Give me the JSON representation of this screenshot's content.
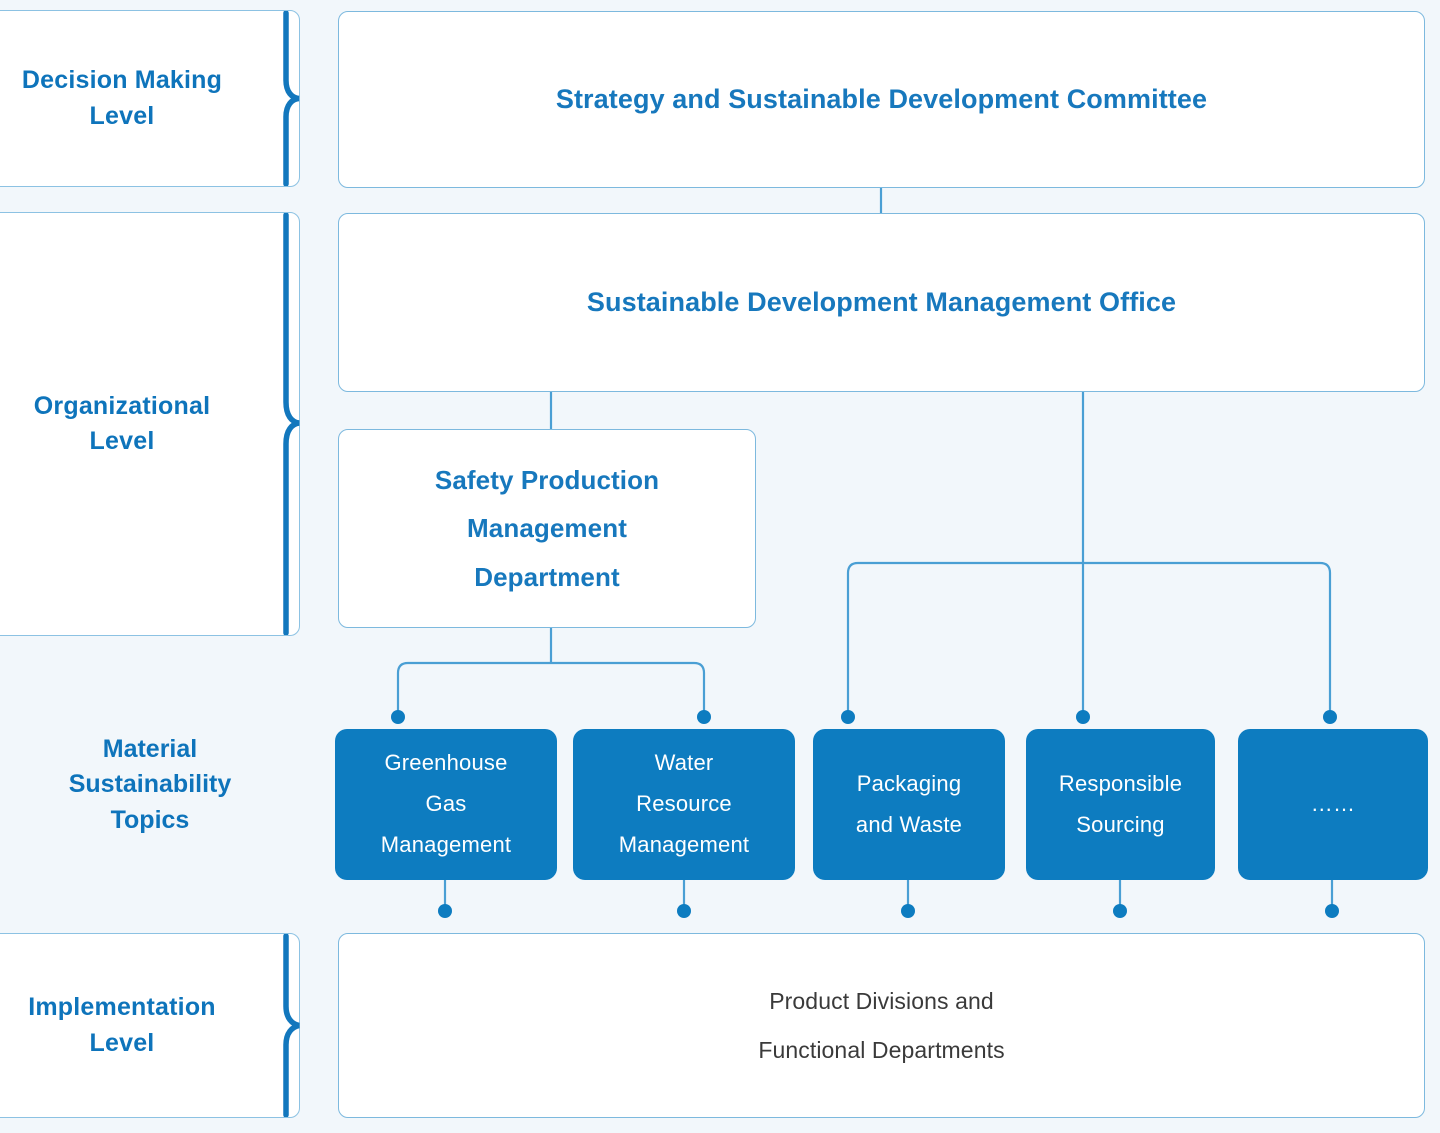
{
  "palette": {
    "background": "#f2f7fb",
    "accent_blue": "#0d7cc0",
    "label_blue": "#0e74bb",
    "title_blue": "#1778bd",
    "box_border": "#7db9de",
    "connector": "#4a9fd4",
    "plain_text": "#3a3a3a"
  },
  "levels": [
    {
      "id": "decision",
      "label": "Decision Making\nLevel",
      "line1": "Decision Making",
      "line2": "Level",
      "has_brace": true
    },
    {
      "id": "organizational",
      "label": "Organizational\nLevel",
      "line1": "Organizational",
      "line2": "Level",
      "has_brace": true
    },
    {
      "id": "material-topics",
      "label": "Material\nSustainability\nTopics",
      "line1": "Material",
      "line2": "Sustainability",
      "line3": "Topics",
      "has_brace": false
    },
    {
      "id": "implementation",
      "label": "Implementation\nLevel",
      "line1": "Implementation",
      "line2": "Level",
      "has_brace": true
    }
  ],
  "nodes": {
    "committee": {
      "label": "Strategy and Sustainable Development Committee"
    },
    "office": {
      "label": "Sustainable Development Management Office"
    },
    "safety_department": {
      "line1": "Safety Production",
      "line2": "Management",
      "line3": "Department"
    },
    "implementation_box": {
      "line1": "Product Divisions and",
      "line2": "Functional Departments"
    }
  },
  "topics": [
    {
      "id": "ghg",
      "line1": "Greenhouse",
      "line2": "Gas",
      "line3": "Management"
    },
    {
      "id": "water",
      "line1": "Water",
      "line2": "Resource",
      "line3": "Management"
    },
    {
      "id": "packaging",
      "line1": "Packaging",
      "line2": "and Waste",
      "line3": ""
    },
    {
      "id": "sourcing",
      "line1": "Responsible",
      "line2": "Sourcing",
      "line3": ""
    },
    {
      "id": "more",
      "line1": "……",
      "line2": "",
      "line3": ""
    }
  ]
}
